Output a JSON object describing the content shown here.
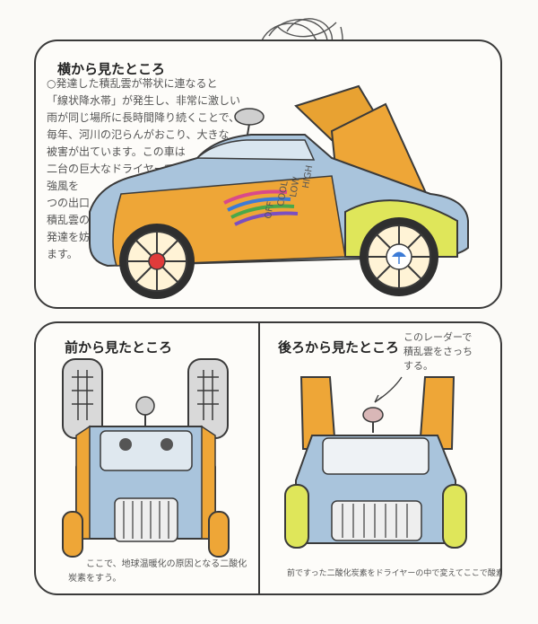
{
  "side_panel": {
    "title": "横から見たところ",
    "description_lines": [
      "○発達した積乱雲が帯状に連なると",
      "「線状降水帯」が発生し、非常に激しい",
      "雨が同じ場所に長時間降り続くことで、",
      "毎年、河川の氾らんがおこり、大きな",
      "被害が出ています。この車は",
      "二台の巨大なドライヤーで",
      "強風を",
      "つの出口",
      "積乱雲の",
      "発達を妨",
      "ます。"
    ],
    "dial_labels": [
      "HIGH",
      "LOW",
      "COOL",
      "OFF"
    ]
  },
  "front_panel": {
    "title": "前から見たところ",
    "caption_lines": [
      "ここで、地球温暖化の原因となる二酸化",
      "炭素をすう。"
    ]
  },
  "rear_panel": {
    "title": "後ろから見たところ",
    "radar_note_lines": [
      "このレーダーで",
      "積乱雲をさっち",
      "する。"
    ],
    "caption": "前ですった二酸化炭素をドライヤーの中で変えてここで酸素を出すから環境にやさしい。"
  },
  "colors": {
    "body_orange": "#eea637",
    "body_blue": "#a9c4dc",
    "wheel_yellow": "#dfe65a",
    "outline": "#3a3a3a"
  }
}
